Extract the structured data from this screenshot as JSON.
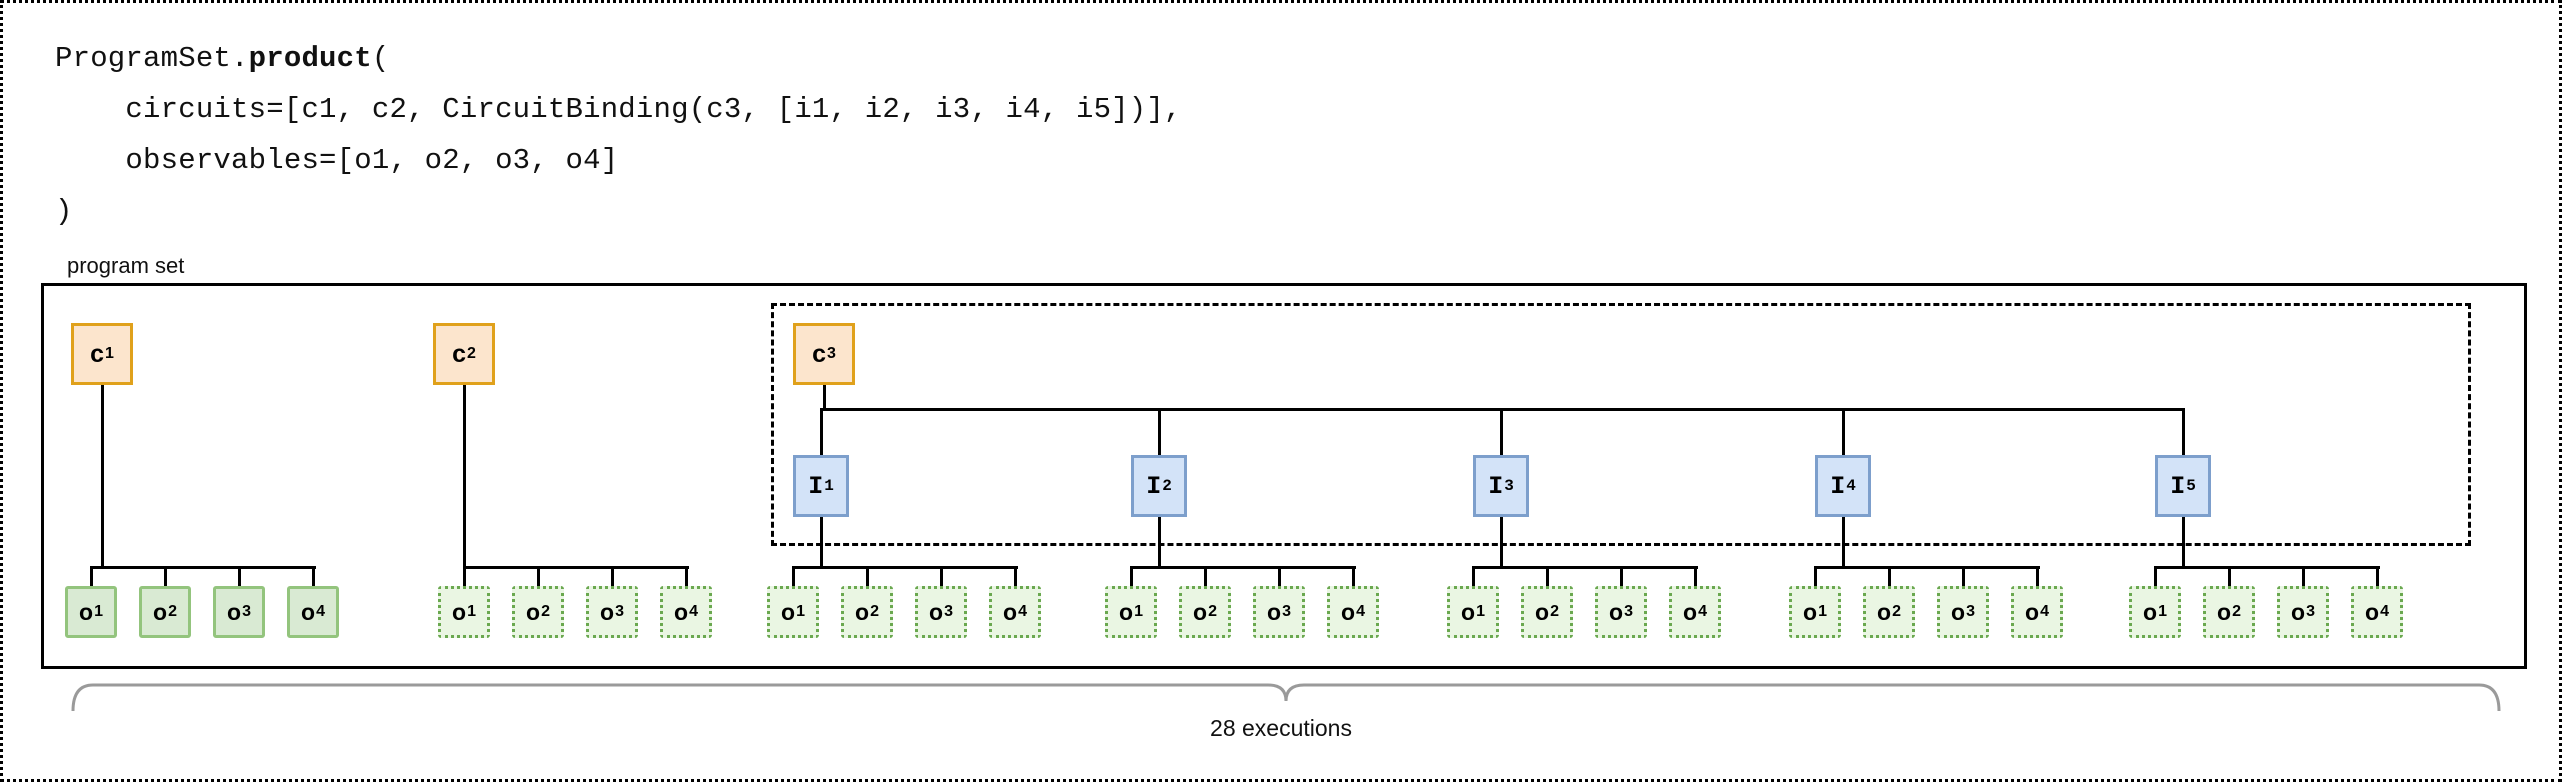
{
  "code": {
    "line1_prefix": "ProgramSet.",
    "line1_bold": "product",
    "line1_suffix": "(",
    "line2": "    circuits=[c1, c2, CircuitBinding(c3, [i1, i2, i3, i4, i5])],",
    "line3": "    observables=[o1, o2, o3, o4]",
    "line4": ")"
  },
  "program_set": {
    "label": "program set"
  },
  "circuits": [
    {
      "id": "c1",
      "letter": "c",
      "sub": "1"
    },
    {
      "id": "c2",
      "letter": "c",
      "sub": "2"
    },
    {
      "id": "c3",
      "letter": "c",
      "sub": "3"
    }
  ],
  "bindings": [
    {
      "id": "i1",
      "letter": "I",
      "sub": "1"
    },
    {
      "id": "i2",
      "letter": "I",
      "sub": "2"
    },
    {
      "id": "i3",
      "letter": "I",
      "sub": "3"
    },
    {
      "id": "i4",
      "letter": "I",
      "sub": "4"
    },
    {
      "id": "i5",
      "letter": "I",
      "sub": "5"
    }
  ],
  "observable_labels": [
    {
      "letter": "o",
      "sub": "1"
    },
    {
      "letter": "o",
      "sub": "2"
    },
    {
      "letter": "o",
      "sub": "3"
    },
    {
      "letter": "o",
      "sub": "4"
    }
  ],
  "footer": {
    "executions": "28 executions"
  },
  "colors": {
    "circuit_fill": "#fce5cd",
    "circuit_border": "#e0a11b",
    "binding_fill": "#d3e3f8",
    "binding_border": "#7d9fcc",
    "observable_fill_solid": "#d9ead3",
    "observable_border_solid": "#93c47d",
    "observable_fill_dotted": "#eaf6e3",
    "observable_border_dotted": "#6aa84f",
    "wire": "#000000",
    "brace": "#9a9a9a"
  }
}
